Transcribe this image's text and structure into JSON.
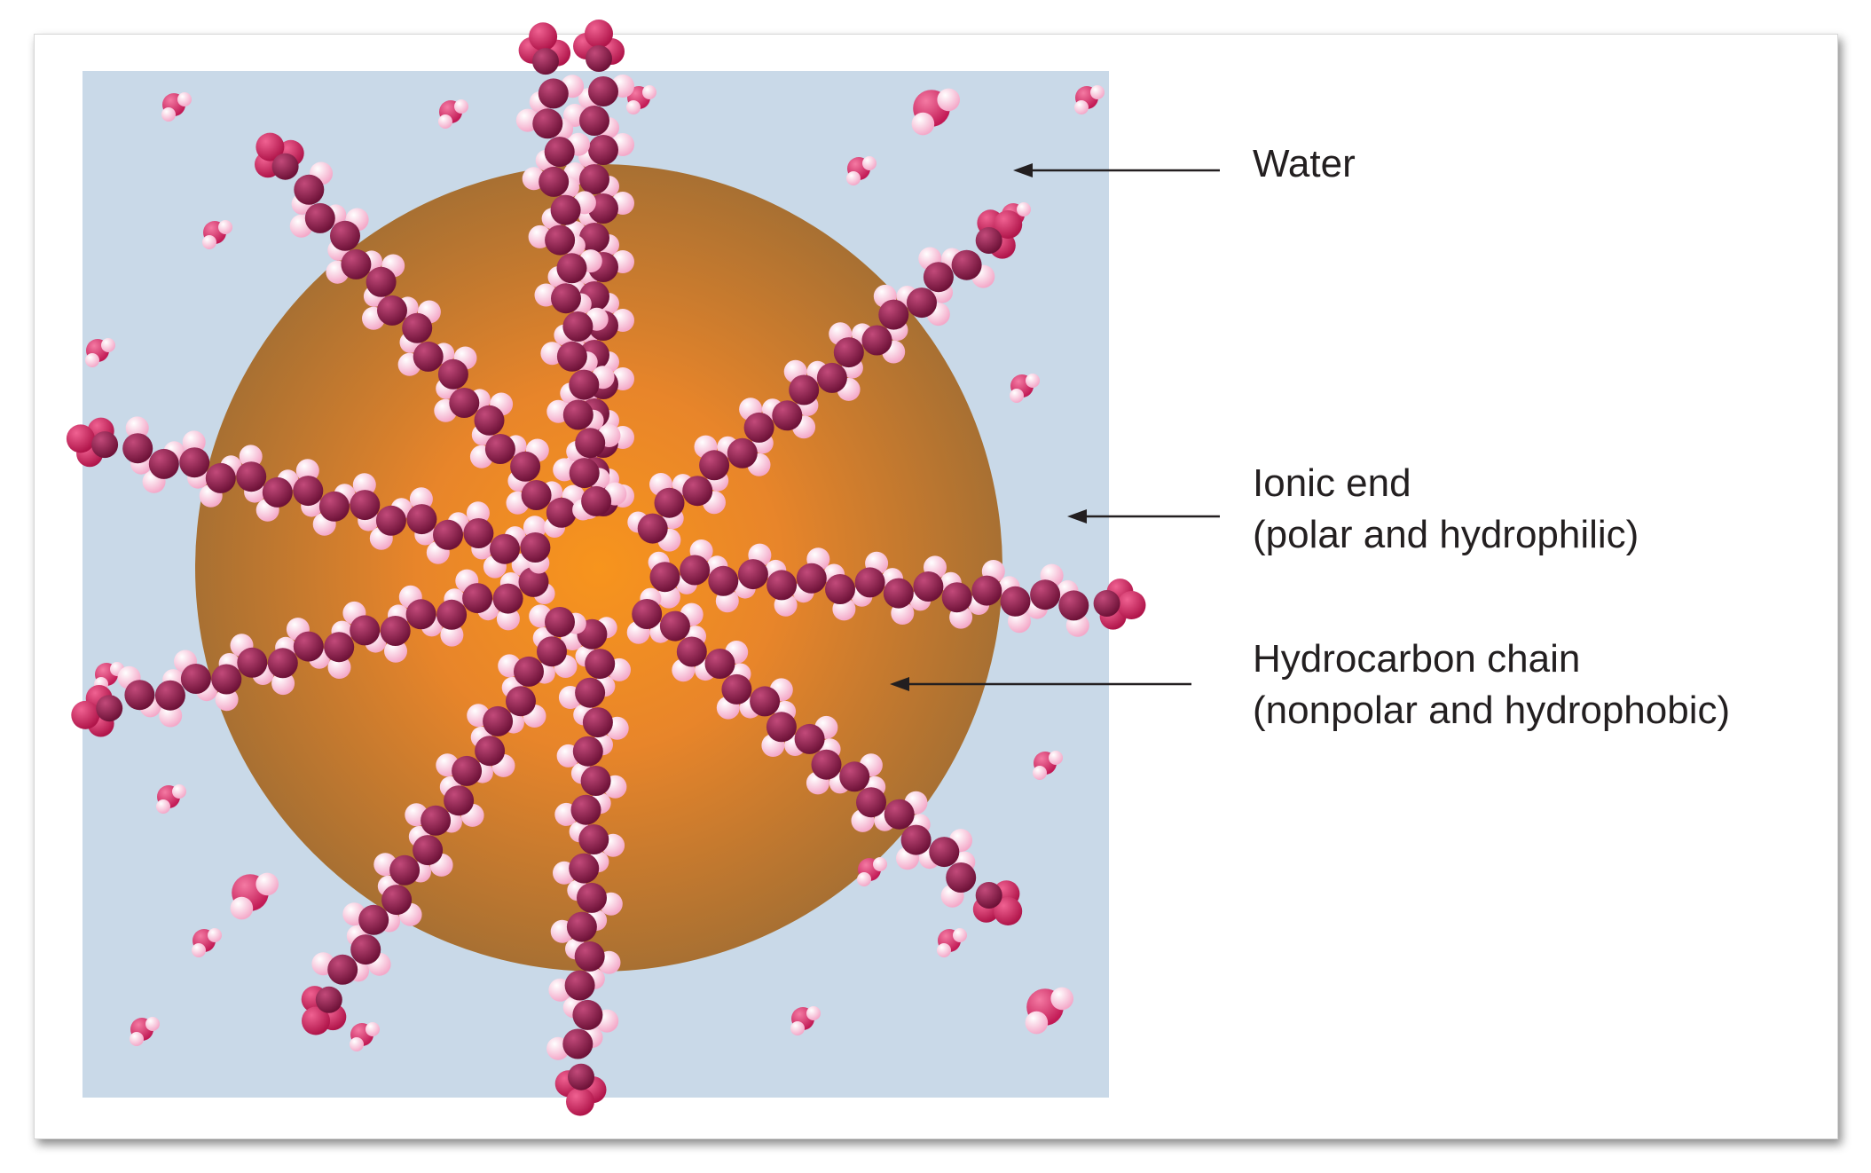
{
  "labels": {
    "water": "Water",
    "ionic_end_line1": "Ionic end",
    "ionic_end_line2": "(polar and hydrophilic)",
    "hydrocarbon_line1": "Hydrocarbon chain",
    "hydrocarbon_line2": "(nonpolar and hydrophobic)"
  },
  "colors": {
    "water_background": "#c9d9e8",
    "micelle_core_center": "#f7941d",
    "micelle_core_edge": "#a87032",
    "carbon_atom": "#8c1d48",
    "hydrogen_atom": "#fbd3e4",
    "ionic_head": "#d81e5b",
    "water_oxygen": "#e0336e",
    "label_text": "#231f20",
    "arrow": "#231f20"
  },
  "molecules": {
    "surfactant_chain_count": 10,
    "water_molecule_count": 21
  }
}
